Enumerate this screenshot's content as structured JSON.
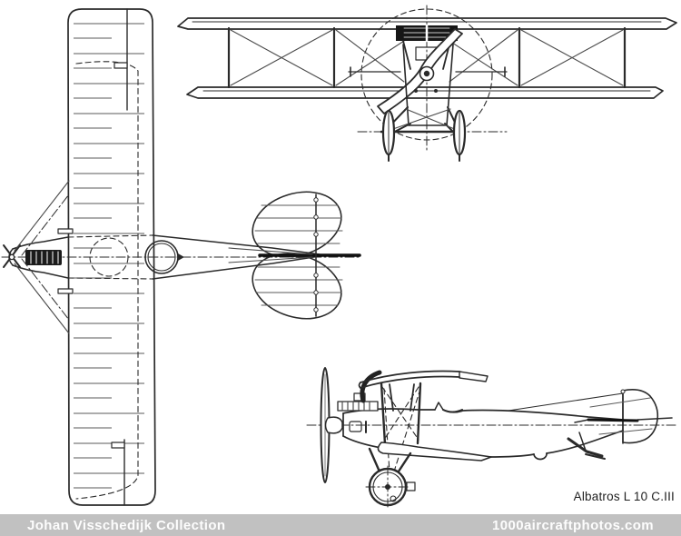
{
  "caption": {
    "text": "Albatros L 10 C.III",
    "color": "#1e1e1e"
  },
  "footer": {
    "left_text": "Johan Visschedijk Collection",
    "right_text": "1000aircraftphotos.com",
    "background_color": "#c1c1c1",
    "text_color": "#fdfdfd"
  },
  "drawing": {
    "subject": "Albatros L 10 C.III three-view line drawing",
    "ink_color": "#2a2a2a",
    "paper_color": "#ffffff",
    "views": [
      "top-view",
      "front-view",
      "side-view"
    ]
  }
}
